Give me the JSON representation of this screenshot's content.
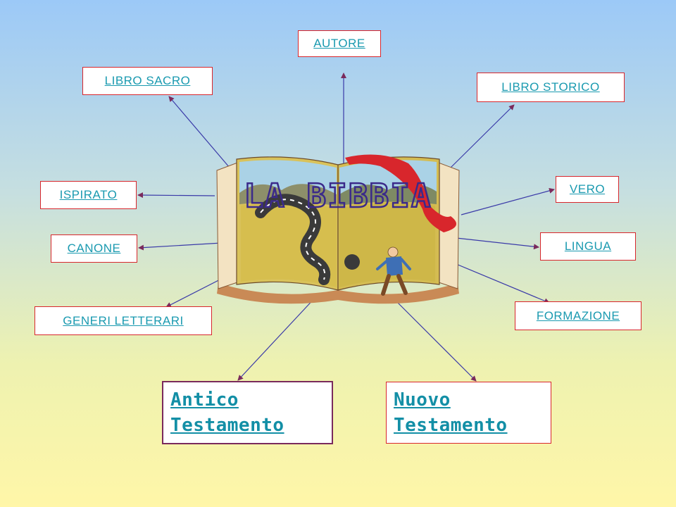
{
  "title": "LA BIBBIA",
  "links": {
    "autore": "AUTORE",
    "libro_sacro": "LIBRO SACRO",
    "libro_storico": "LIBRO STORICO",
    "ispirato": "ISPIRATO",
    "vero": "VERO",
    "canone": "CANONE",
    "lingua": "LINGUA",
    "generi_letterari": "GENERI LETTERARI",
    "formazione": "FORMAZIONE"
  },
  "testaments": {
    "antico": "Antico Testamento",
    "nuovo": "Nuovo Testamento"
  },
  "colors": {
    "link_text": "#1a9ab0",
    "box_border": "#d8262c",
    "arrow": "#3a3aa8",
    "title": "#3b2a8a"
  },
  "icons": {
    "book": "open-book-illustration",
    "question_mark": "question-mark-road-icon",
    "figure": "walking-person-icon"
  }
}
